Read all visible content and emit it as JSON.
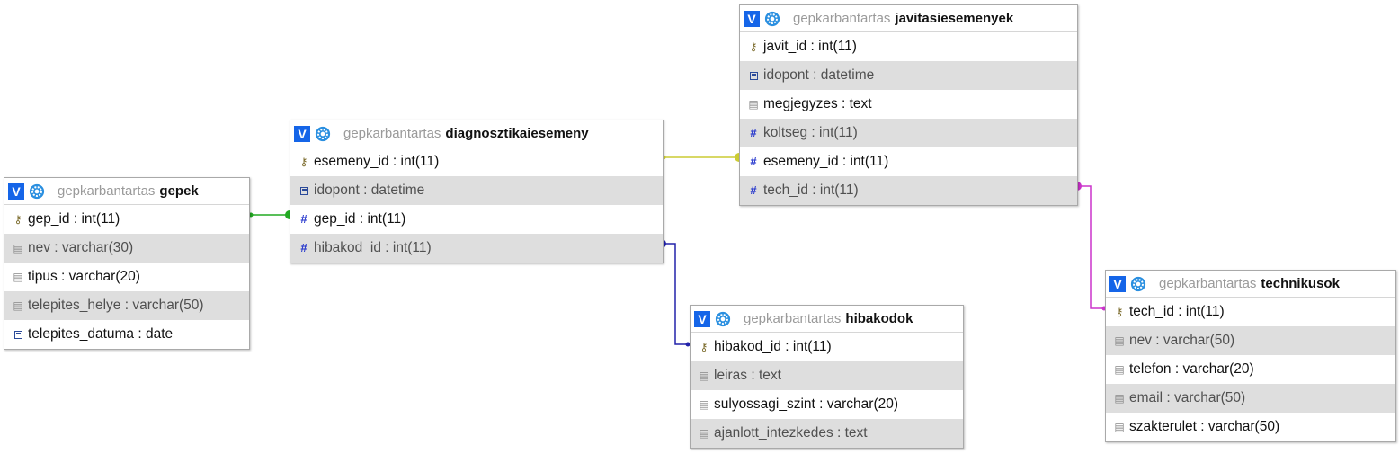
{
  "tables": {
    "gepek": {
      "db": "gepkarbantartas",
      "name": "gepek",
      "columns": [
        {
          "text": "gep_id : int(11)",
          "icon": "primary-key-icon"
        },
        {
          "text": "nev : varchar(30)",
          "icon": "string-column-icon"
        },
        {
          "text": "tipus : varchar(20)",
          "icon": "string-column-icon"
        },
        {
          "text": "telepites_helye : varchar(50)",
          "icon": "string-column-icon"
        },
        {
          "text": "telepites_datuma : date",
          "icon": "date-column-icon"
        }
      ]
    },
    "diagnosztikaiesemeny": {
      "db": "gepkarbantartas",
      "name": "diagnosztikaiesemeny",
      "columns": [
        {
          "text": "esemeny_id : int(11)",
          "icon": "primary-key-icon"
        },
        {
          "text": "idopont : datetime",
          "icon": "date-column-icon"
        },
        {
          "text": "gep_id : int(11)",
          "icon": "numeric-column-icon"
        },
        {
          "text": "hibakod_id : int(11)",
          "icon": "numeric-column-icon"
        }
      ]
    },
    "javitasiesemenyek": {
      "db": "gepkarbantartas",
      "name": "javitasiesemenyek",
      "columns": [
        {
          "text": "javit_id : int(11)",
          "icon": "primary-key-icon"
        },
        {
          "text": "idopont : datetime",
          "icon": "date-column-icon"
        },
        {
          "text": "megjegyzes : text",
          "icon": "string-column-icon"
        },
        {
          "text": "koltseg : int(11)",
          "icon": "numeric-column-icon"
        },
        {
          "text": "esemeny_id : int(11)",
          "icon": "numeric-column-icon"
        },
        {
          "text": "tech_id : int(11)",
          "icon": "numeric-column-icon"
        }
      ]
    },
    "hibakodok": {
      "db": "gepkarbantartas",
      "name": "hibakodok",
      "columns": [
        {
          "text": "hibakod_id : int(11)",
          "icon": "primary-key-icon"
        },
        {
          "text": "leiras : text",
          "icon": "string-column-icon"
        },
        {
          "text": "sulyossagi_szint : varchar(20)",
          "icon": "string-column-icon"
        },
        {
          "text": "ajanlott_intezkedes : text",
          "icon": "string-column-icon"
        }
      ]
    },
    "technikusok": {
      "db": "gepkarbantartas",
      "name": "technikusok",
      "columns": [
        {
          "text": "tech_id : int(11)",
          "icon": "primary-key-icon"
        },
        {
          "text": "nev : varchar(50)",
          "icon": "string-column-icon"
        },
        {
          "text": "telefon : varchar(20)",
          "icon": "string-column-icon"
        },
        {
          "text": "email : varchar(50)",
          "icon": "string-column-icon"
        },
        {
          "text": "szakterulet : varchar(50)",
          "icon": "string-column-icon"
        }
      ]
    }
  },
  "header_toggle_label": "V",
  "relations": [
    {
      "from": "diagnosztikaiesemeny.gep_id",
      "to": "gepek.gep_id",
      "color": "#22aa22"
    },
    {
      "from": "diagnosztikaiesemeny.hibakod_id",
      "to": "hibakodok.hibakod_id",
      "color": "#2222aa"
    },
    {
      "from": "javitasiesemenyek.esemeny_id",
      "to": "diagnosztikaiesemeny.esemeny_id",
      "color": "#cccc33"
    },
    {
      "from": "javitasiesemenyek.tech_id",
      "to": "technikusok.tech_id",
      "color": "#cc33cc"
    }
  ],
  "colors": {
    "toggle_button": "#1565e8",
    "row_alt": "#dedede",
    "db_name": "#9a9a9a",
    "numeric_icon": "#2233cc"
  }
}
